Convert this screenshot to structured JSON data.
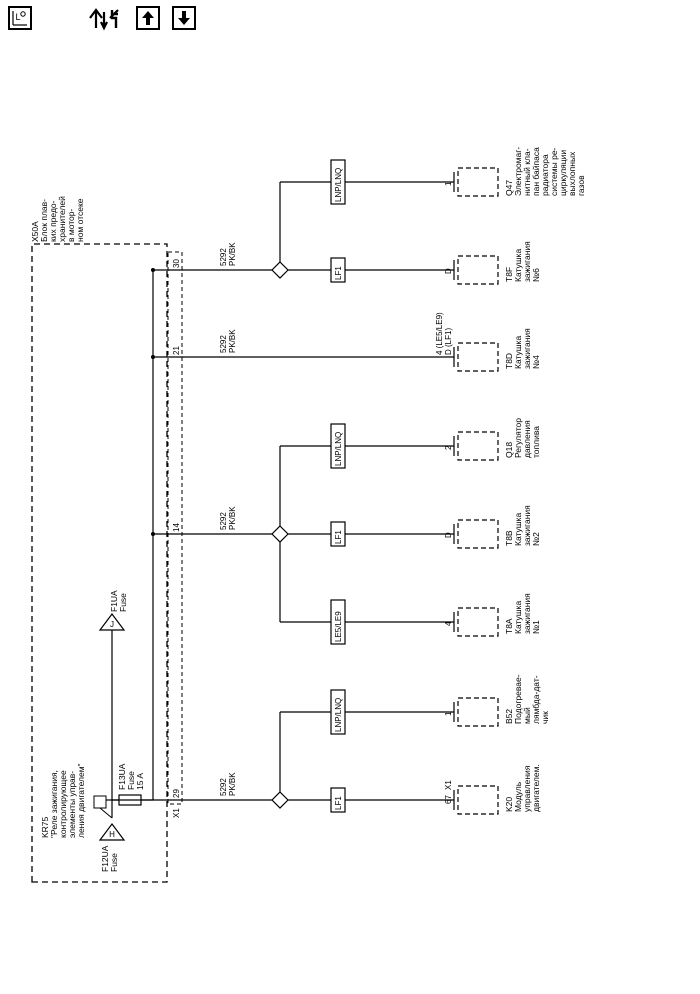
{
  "toolbar": {
    "icons": [
      "location-icon",
      "connector-view-icon",
      "arrow-up-icon",
      "arrow-down-icon"
    ]
  },
  "diagram": {
    "fuse_block": {
      "id": "X50A",
      "lines": [
        "Блок плав-",
        "ких предо-",
        "хранителей",
        "в мотор-",
        "ном отсеке"
      ]
    },
    "relay": {
      "id": "KR75",
      "lines": [
        "\"Реле зажигания,",
        "контролирующее",
        "элементы управ-",
        "ления двигателем\""
      ]
    },
    "fuses": {
      "f1ua": {
        "name": "F1UA",
        "type": "Fuse",
        "pin": "J"
      },
      "f12ua": {
        "name": "F12UA",
        "type": "Fuse",
        "pin": "H"
      },
      "f13ua": {
        "name": "F13UA",
        "type": "Fuse",
        "rating": "15 A"
      }
    },
    "connector_x1": "X1",
    "circuits": [
      {
        "pin": "30",
        "wire": "5292",
        "color": "PK/BK"
      },
      {
        "pin": "21",
        "wire": "5292",
        "color": "PK/BK"
      },
      {
        "pin": "14",
        "wire": "5292",
        "color": "PK/BK"
      },
      {
        "pin": "29",
        "wire": "5292",
        "color": "PK/BK"
      }
    ],
    "option_labels": {
      "lnp_lnq": "LNP/LNQ",
      "lf1": "LF1",
      "le5_le9": "LE5/LE9"
    },
    "components": [
      {
        "pin": "1",
        "id": "Q47",
        "lines": [
          "Электромаг-",
          "нитный кла-",
          "пан байпаса",
          "радиатора",
          "системы ре-",
          "циркуляции",
          "выхлопных",
          "газов"
        ]
      },
      {
        "pin": "D",
        "id": "T8F",
        "lines": [
          "Катушка",
          "зажигания",
          "№6"
        ]
      },
      {
        "pin": "4 (LE5/LE9)",
        "pin2": "D (LF1)",
        "id": "T8D",
        "lines": [
          "Катушка",
          "зажигания",
          "№4"
        ]
      },
      {
        "pin": "2",
        "id": "Q18",
        "lines": [
          "Регулятор",
          "давления",
          "топлива"
        ]
      },
      {
        "pin": "D",
        "id": "T8B",
        "lines": [
          "Катушка",
          "зажигания",
          "№2"
        ]
      },
      {
        "pin": "4",
        "id": "T8A",
        "lines": [
          "Катушка",
          "зажигания",
          "№1"
        ]
      },
      {
        "pin": "1",
        "id": "B52",
        "lines": [
          "Подогревае-",
          "мый",
          "лямбда-дат-",
          "чик"
        ]
      },
      {
        "pin": "67",
        "connector": "X1",
        "id": "K20",
        "lines": [
          "Модуль",
          "управления",
          "двигателем."
        ]
      }
    ]
  }
}
